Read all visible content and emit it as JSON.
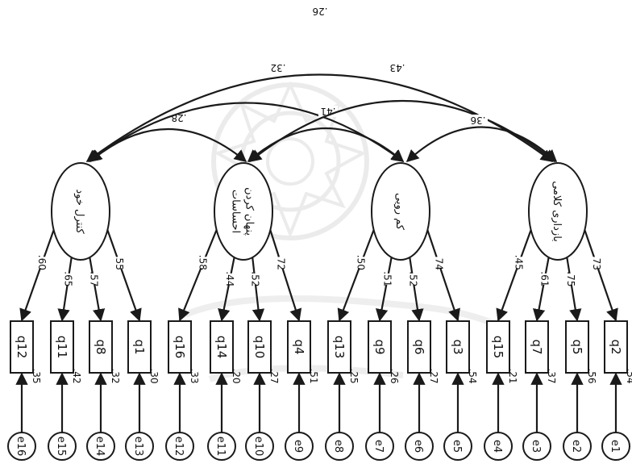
{
  "factors": [
    {
      "id": "F1",
      "label": "کنترل خود"
    },
    {
      "id": "F2",
      "label": "پنهان کردن احساسات"
    },
    {
      "id": "F3",
      "label": "کم رویی"
    },
    {
      "id": "F4",
      "label": "بازداری کلامی"
    }
  ],
  "items": [
    {
      "factor": "F1",
      "name": "q12",
      "loading": ".60",
      "r2": ".35",
      "error": "e16"
    },
    {
      "factor": "F1",
      "name": "q11",
      "loading": ".65",
      "r2": ".42",
      "error": "e15"
    },
    {
      "factor": "F1",
      "name": "q8",
      "loading": ".57",
      "r2": ".32",
      "error": "e14"
    },
    {
      "factor": "F1",
      "name": "q1",
      "loading": ".55",
      "r2": ".30",
      "error": "e13"
    },
    {
      "factor": "F2",
      "name": "q16",
      "loading": ".58",
      "r2": ".33",
      "error": "e12"
    },
    {
      "factor": "F2",
      "name": "q14",
      "loading": ".44",
      "r2": ".20",
      "error": "e11"
    },
    {
      "factor": "F2",
      "name": "q10",
      "loading": ".52",
      "r2": ".27",
      "error": "e10"
    },
    {
      "factor": "F2",
      "name": "q4",
      "loading": ".72",
      "r2": ".51",
      "error": "e9"
    },
    {
      "factor": "F3",
      "name": "q13",
      "loading": ".50",
      "r2": ".25",
      "error": "e8"
    },
    {
      "factor": "F3",
      "name": "q9",
      "loading": ".51",
      "r2": ".26",
      "error": "e7"
    },
    {
      "factor": "F3",
      "name": "q6",
      "loading": ".52",
      "r2": ".27",
      "error": "e6"
    },
    {
      "factor": "F3",
      "name": "q3",
      "loading": ".74",
      "r2": ".54",
      "error": "e5"
    },
    {
      "factor": "F4",
      "name": "q15",
      "loading": ".45",
      "r2": ".21",
      "error": "e4"
    },
    {
      "factor": "F4",
      "name": "q7",
      "loading": ".61",
      "r2": ".37",
      "error": "e3"
    },
    {
      "factor": "F4",
      "name": "q5",
      "loading": ".75",
      "r2": ".56",
      "error": "e2"
    },
    {
      "factor": "F4",
      "name": "q2",
      "loading": ".73",
      "r2": ".54",
      "error": "e1"
    }
  ],
  "covariances": [
    {
      "from": "F1",
      "to": "F2",
      "value": ".28"
    },
    {
      "from": "F1",
      "to": "F3",
      "value": ".32"
    },
    {
      "from": "F1",
      "to": "F4",
      "value": ".26"
    },
    {
      "from": "F2",
      "to": "F3",
      "value": ".41"
    },
    {
      "from": "F2",
      "to": "F4",
      "value": ".43"
    },
    {
      "from": "F3",
      "to": "F4",
      "value": ".36"
    }
  ],
  "colors": {
    "line": "#1a1a1a",
    "background": "#ffffff",
    "watermark": "#c8c8c8"
  }
}
